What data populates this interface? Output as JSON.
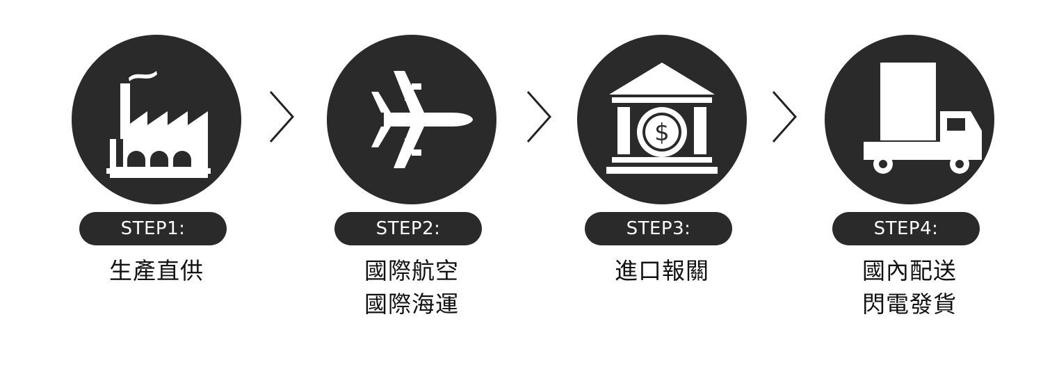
{
  "colors": {
    "dark": "#2a2a2a",
    "icon": "#ffffff",
    "text": "#111111",
    "arrow": "#222222"
  },
  "steps": [
    {
      "label": "STEP1:",
      "lines": [
        "生產直供"
      ],
      "icon": "factory-icon"
    },
    {
      "label": "STEP2:",
      "lines": [
        "國際航空",
        "國際海運"
      ],
      "icon": "airplane-icon"
    },
    {
      "label": "STEP3:",
      "lines": [
        "進口報關"
      ],
      "icon": "bank-dollar-icon"
    },
    {
      "label": "STEP4:",
      "lines": [
        "國內配送",
        "閃電發貨"
      ],
      "icon": "truck-icon"
    }
  ]
}
